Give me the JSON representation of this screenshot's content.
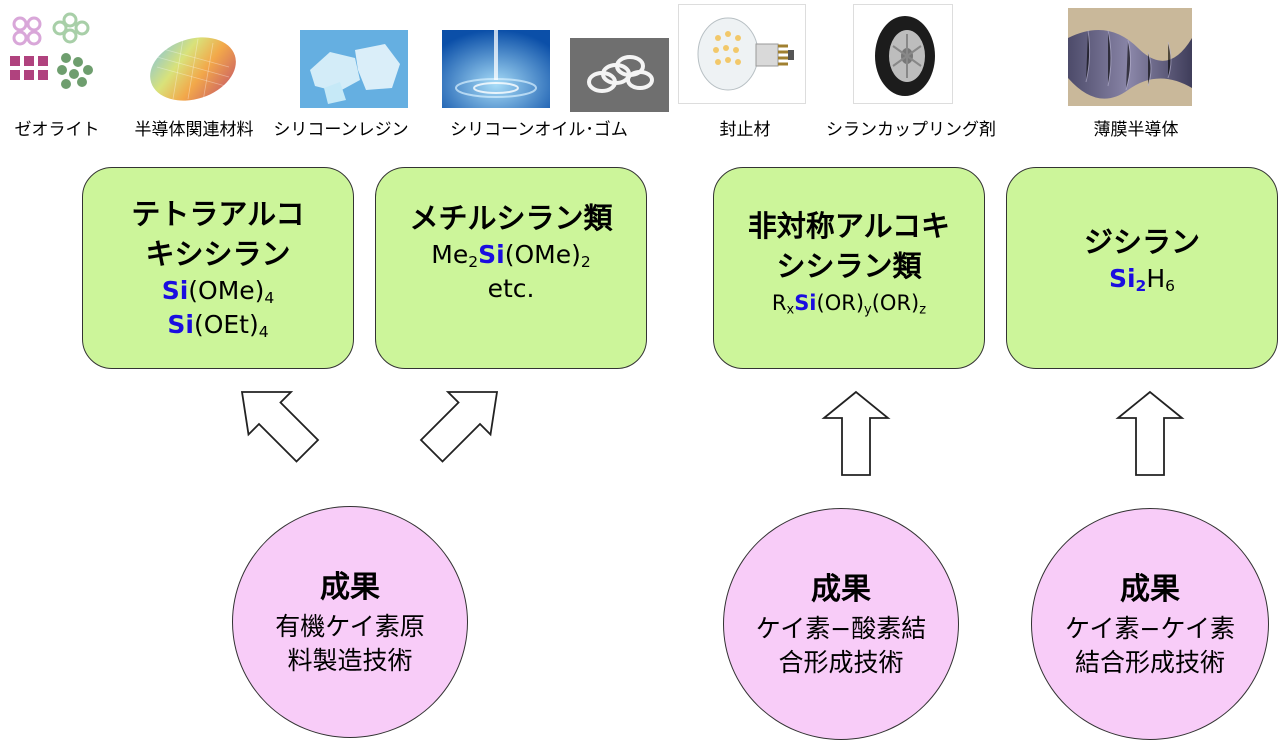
{
  "applications": [
    {
      "id": "zeolite",
      "label": "ゼオライト",
      "image_icon": "zeolite-structure-icon"
    },
    {
      "id": "semiconductor-materials",
      "label": "半導体関連材料",
      "image_icon": "silicon-wafer-icon"
    },
    {
      "id": "silicone-resin",
      "label": "シリコーンレジン",
      "image_icon": "resin-crystal-icon"
    },
    {
      "id": "silicone-oil-rubber",
      "label": "シリコーンオイル･ゴム",
      "image_icons": [
        "oil-droplet-icon",
        "rubber-o-ring-icon"
      ]
    },
    {
      "id": "sealant",
      "label": "封止材",
      "image_icon": "led-bulb-icon"
    },
    {
      "id": "silane-coupling",
      "label": "シランカップリング剤",
      "image_icon": "tire-icon"
    },
    {
      "id": "thin-film-semiconductor",
      "label": "薄膜半導体",
      "image_icon": "thin-film-panel-icon"
    }
  ],
  "products": [
    {
      "id": "tetraalkoxysilane",
      "title_lines": [
        "テトラアルコ",
        "キシシラン"
      ],
      "formulas": [
        {
          "si": "Si",
          "rest": "(OMe)",
          "sub": "4"
        },
        {
          "si": "Si",
          "rest": "(OEt)",
          "sub": "4"
        }
      ]
    },
    {
      "id": "methylsilanes",
      "title_lines": [
        "メチルシラン類"
      ],
      "formula_prefix": "Me",
      "formula_prefix_sub": "2",
      "formula_si": "Si",
      "formula_rest": "(OMe)",
      "formula_rest_sub": "2",
      "etc": "etc."
    },
    {
      "id": "asymmetric-alkoxysilanes",
      "title_lines": [
        "非対称アルコキ",
        "シシラン類"
      ],
      "formula_parts": {
        "r": "R",
        "x": "x",
        "si": "Si",
        "a": "(OR)",
        "y": "y",
        "b": "(OR)",
        "z": "z"
      }
    },
    {
      "id": "disilane",
      "title_lines": [
        "ジシラン"
      ],
      "formula_si": "Si",
      "formula_si_sub": "2",
      "formula_h": "H",
      "formula_h_sub": "6"
    }
  ],
  "results": [
    {
      "id": "organosilicon-raw-material",
      "heading": "成果",
      "desc_lines": [
        "有機ケイ素原",
        "料製造技術"
      ]
    },
    {
      "id": "si-o-bond",
      "heading": "成果",
      "desc_lines": [
        "ケイ素−酸素結",
        "合形成技術"
      ]
    },
    {
      "id": "si-si-bond",
      "heading": "成果",
      "desc_lines": [
        "ケイ素−ケイ素",
        "結合形成技術"
      ]
    }
  ],
  "colors": {
    "product_box": "#ccf59a",
    "result_circle": "#f8ccf8",
    "si_text": "#1a0de0",
    "outline": "#333333"
  }
}
